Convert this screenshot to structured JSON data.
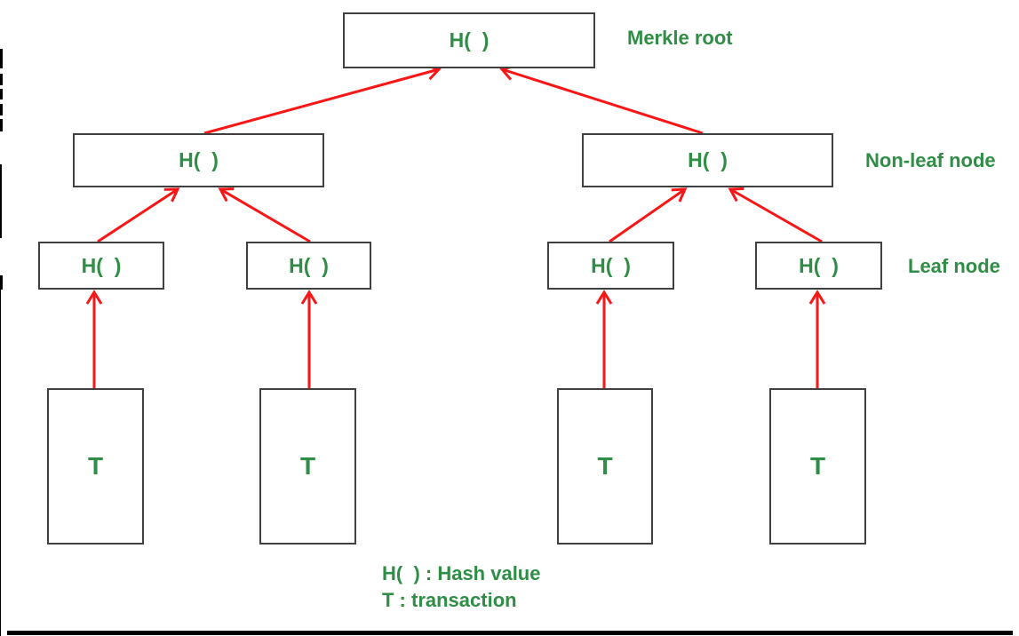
{
  "diagram": {
    "annotations": {
      "merkle_root": "Merkle root",
      "non_leaf_node": "Non-leaf node",
      "leaf_node": "Leaf node"
    },
    "node_labels": {
      "hash": "H(  )",
      "transaction": "T"
    },
    "legend": {
      "hash_line": "H(  ) : Hash value",
      "transaction_line": "T : transaction"
    },
    "colors": {
      "text_green": "#2f8d46",
      "arrow_red": "#f81616",
      "box_border": "#404040",
      "background": "#ffffff",
      "edge_marks": "#000000"
    }
  }
}
